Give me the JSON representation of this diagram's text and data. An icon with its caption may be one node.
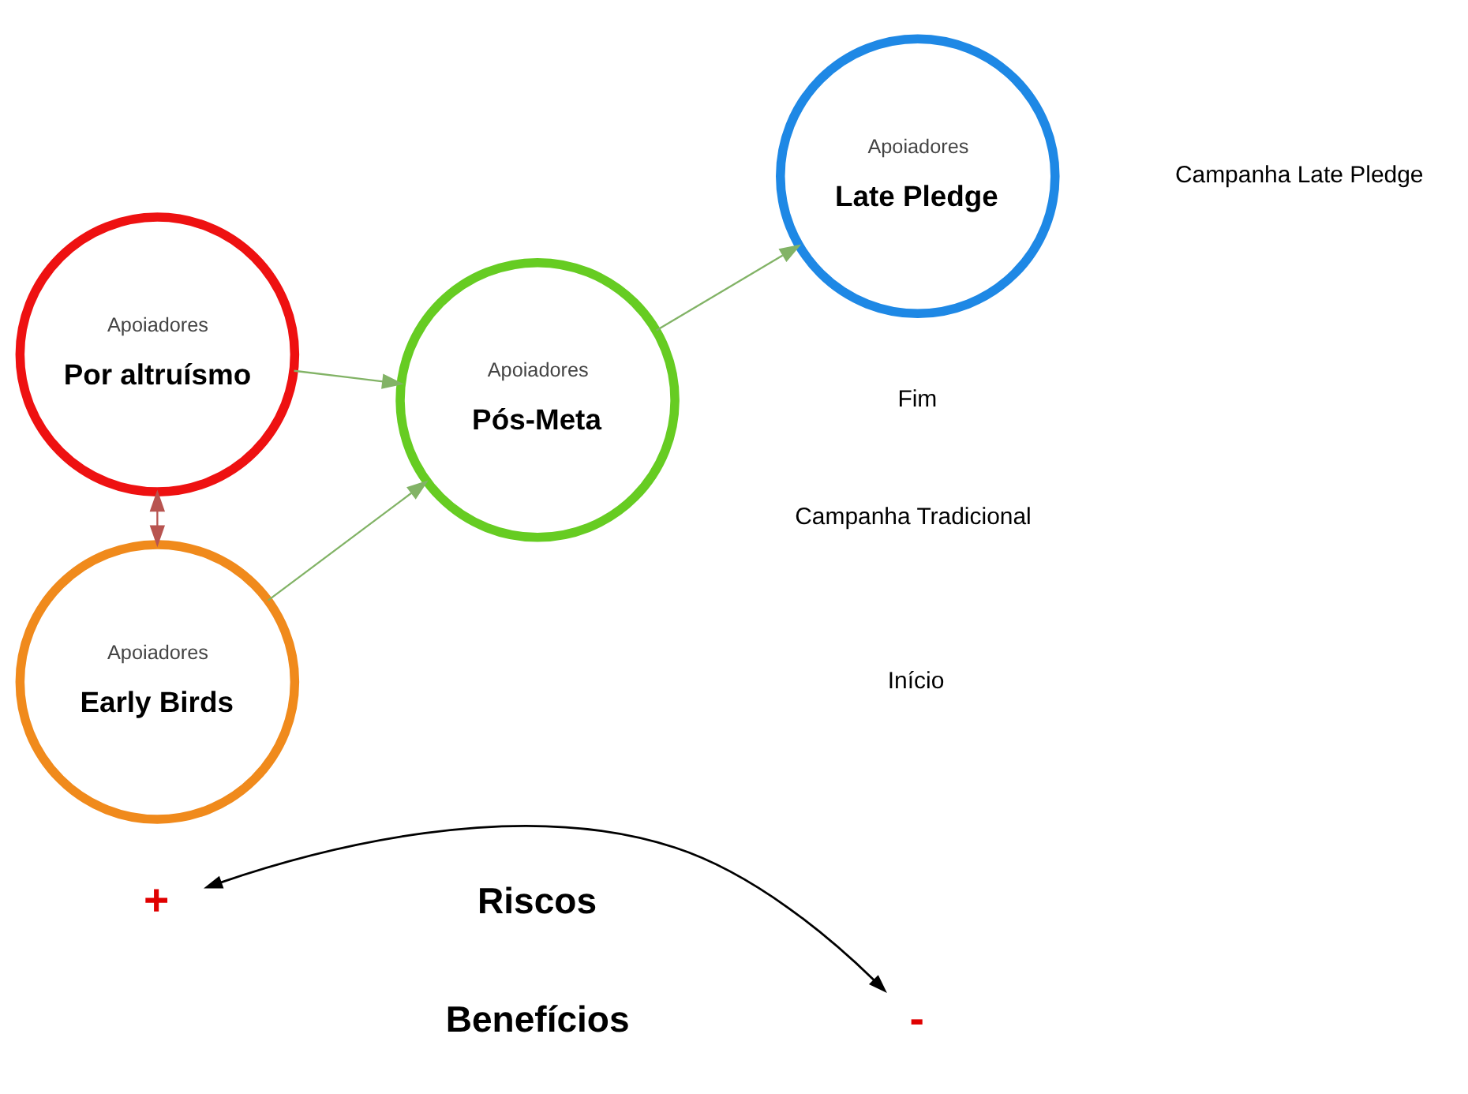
{
  "diagram": {
    "nodes": [
      {
        "text": [
          "+"
        ]
      },
      {
        "text": [
          "-"
        ]
      },
      {
        "text": [
          "Apoiadores",
          "Por altruísmo"
        ]
      },
      {
        "text": [
          "Apoiadores",
          "Early Birds"
        ]
      },
      {
        "text": [
          "Apoiadores",
          "Pós-Meta"
        ]
      },
      {
        "text": [
          "Apoiadores",
          "Late Pledge"
        ]
      }
    ],
    "edges": [
      {
        "from": 0,
        "to": 1,
        "arrow": "both",
        "color": "#000000"
      },
      {
        "from": 2,
        "to": 3,
        "arrow": "both",
        "color": "#b85450"
      },
      {
        "from": 2,
        "to": 4,
        "arrow": "to"
      },
      {
        "from": 3,
        "to": 4,
        "arrow": "to"
      },
      {
        "from": 4,
        "to": 5,
        "arrow": "to"
      }
    ],
    "labels": [
      "Riscos",
      "Benefícios",
      "Início",
      "Fim",
      "Campanha Tradicional",
      "Campanha Late Pledge"
    ]
  }
}
